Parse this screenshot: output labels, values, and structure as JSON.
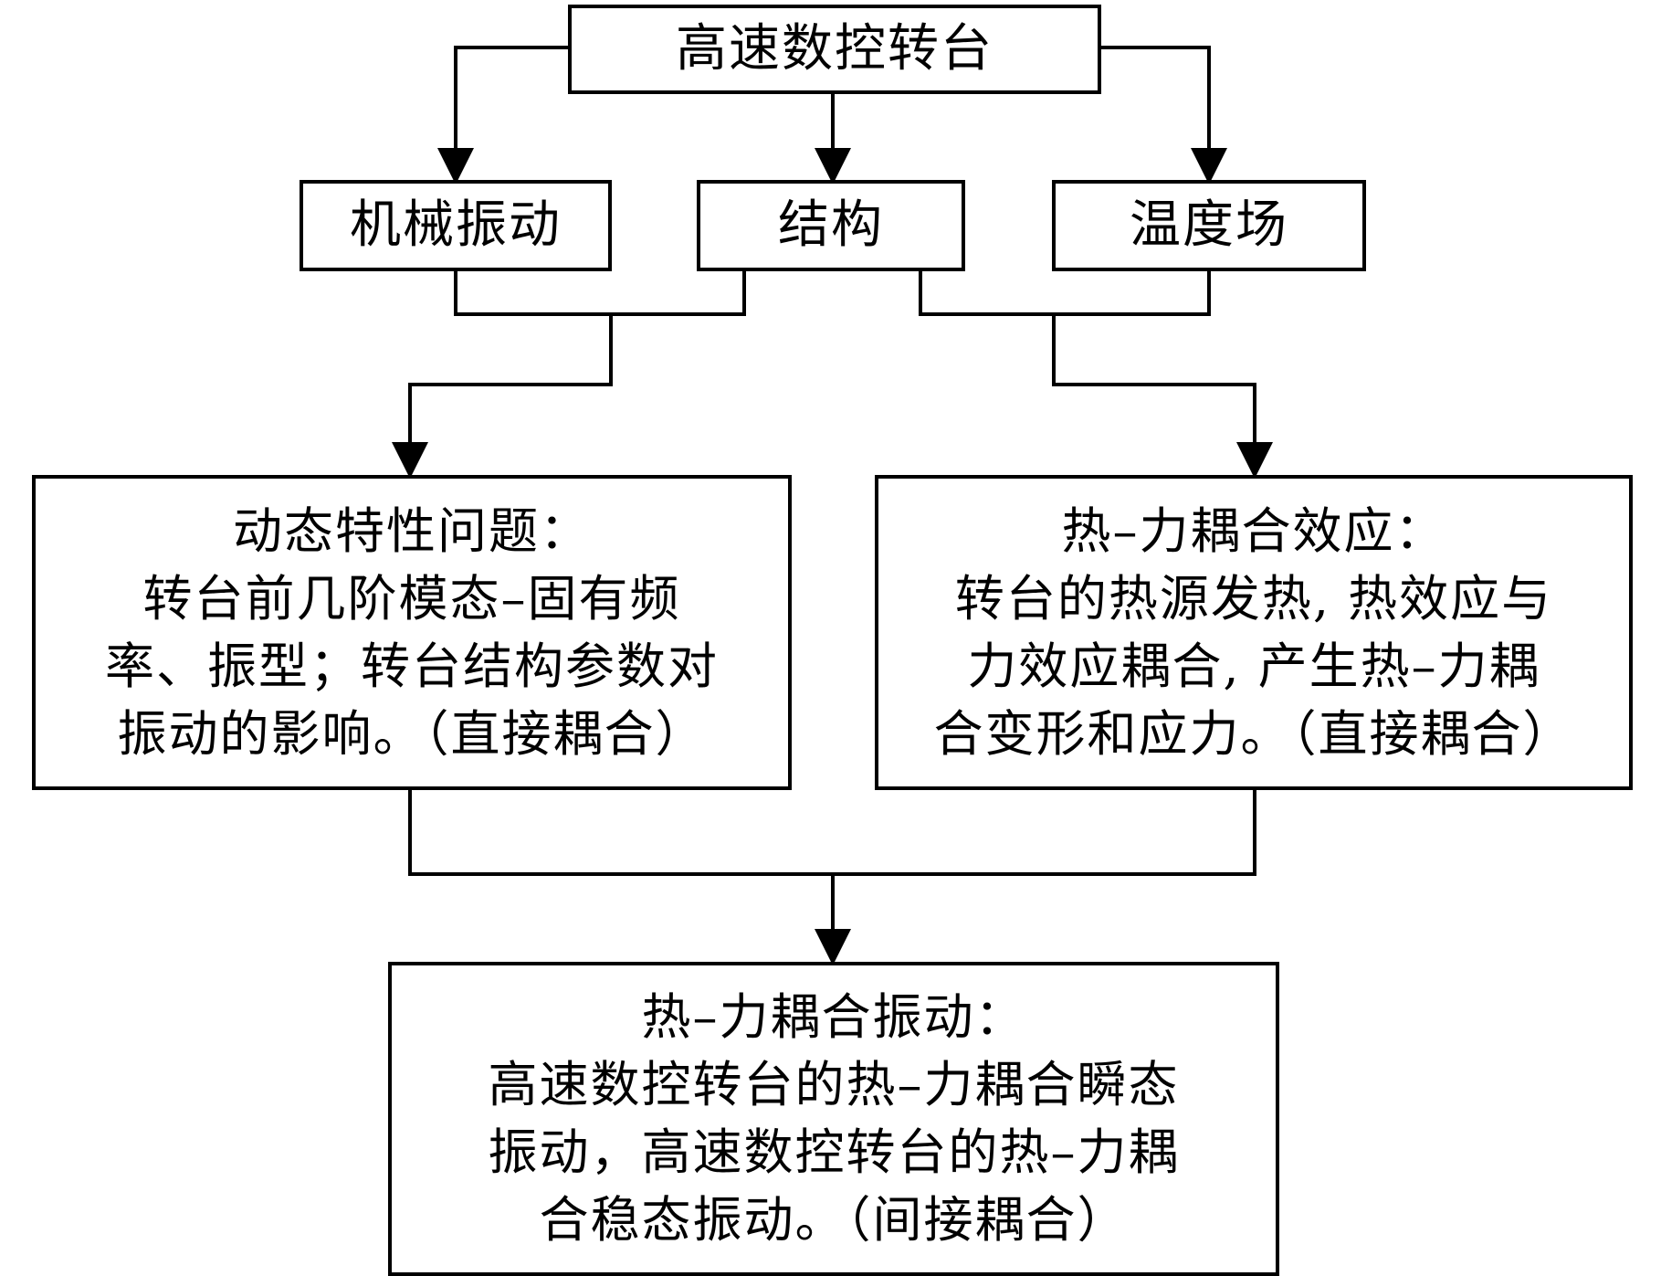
{
  "nodes": {
    "top": {
      "label": "高速数控转台"
    },
    "mechanical": {
      "label": "机械振动"
    },
    "structure": {
      "label": "结构"
    },
    "temperature": {
      "label": "温度场"
    },
    "dynamic": {
      "lines": [
        "动态特性问题：",
        "转台前几阶模态–固有频",
        "率、振型；转台结构参数对",
        "振动的影响。（直接耦合）"
      ]
    },
    "thermal": {
      "lines": [
        "热–力耦合效应：",
        "转台的热源发热, 热效应与",
        "力效应耦合, 产生热–力耦",
        "合变形和应力。（直接耦合）"
      ]
    },
    "vibration": {
      "lines": [
        "热–力耦合振动：",
        "高速数控转台的热–力耦合瞬态",
        "振动，高速数控转台的热–力耦",
        "合稳态振动。（间接耦合）"
      ]
    }
  },
  "colors": {
    "stroke": "#000000",
    "background": "#ffffff"
  }
}
